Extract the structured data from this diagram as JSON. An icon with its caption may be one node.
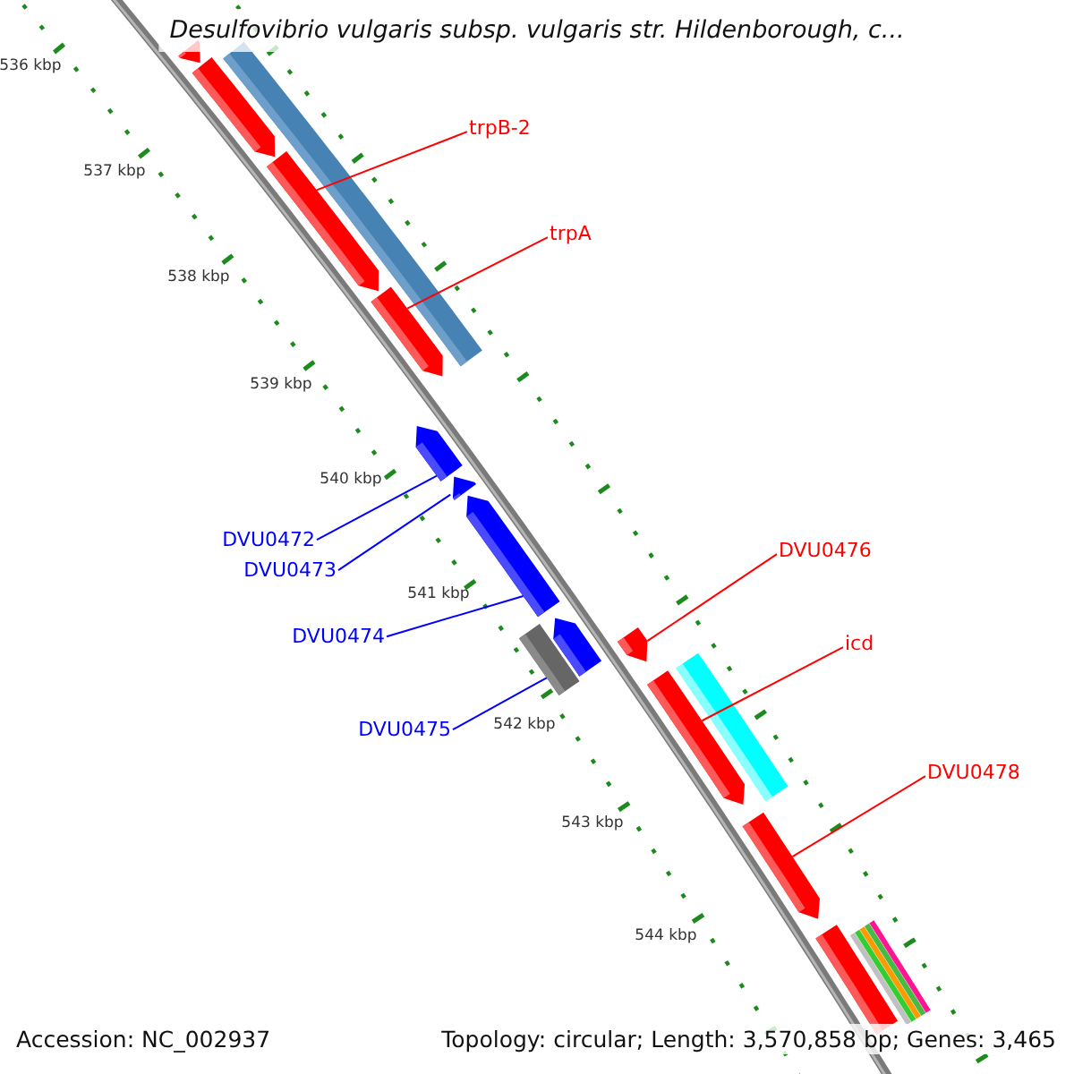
{
  "diagram": {
    "title": "Desulfovibrio vulgaris subsp. vulgaris str. Hildenborough, c...",
    "nodes": [
      {
        "text": [
          "trpB-2"
        ]
      },
      {
        "text": [
          "trpA"
        ]
      },
      {
        "text": [
          "DVU0472"
        ]
      },
      {
        "text": [
          "DVU0476"
        ]
      },
      {
        "text": [
          "DVU0473"
        ]
      },
      {
        "text": [
          "DVU0474"
        ]
      },
      {
        "text": [
          "icd"
        ]
      },
      {
        "text": [
          "DVU0475"
        ]
      },
      {
        "text": [
          "DVU0478"
        ]
      },
      {
        "text": [],
        "shape": "arrow"
      },
      {
        "text": [],
        "shape": "bar"
      },
      {
        "text": [],
        "shape": "arrow"
      },
      {
        "text": [],
        "shape": "arrow"
      },
      {
        "text": [],
        "shape": "arrow"
      },
      {
        "text": [],
        "shape": "arrow"
      },
      {
        "text": [],
        "shape": "arrow"
      },
      {
        "text": [],
        "shape": "arrow"
      },
      {
        "text": [],
        "shape": "bar"
      },
      {
        "text": [],
        "shape": "arrow"
      },
      {
        "text": [],
        "shape": "arrow"
      },
      {
        "text": [],
        "shape": "arrow"
      },
      {
        "text": [],
        "shape": "bar"
      },
      {
        "text": [],
        "shape": "arrow"
      },
      {
        "text": [],
        "shape": "bar"
      }
    ],
    "edges": [
      {
        "from": 0,
        "to": 12,
        "arrow": "none"
      },
      {
        "from": 1,
        "to": 13,
        "arrow": "none"
      },
      {
        "from": 2,
        "to": 14,
        "arrow": "none",
        "color": "#0000ff"
      },
      {
        "from": 3,
        "to": 19,
        "arrow": "none"
      },
      {
        "from": 4,
        "to": 15,
        "arrow": "none",
        "color": "#0000ff"
      },
      {
        "from": 5,
        "to": 16,
        "arrow": "none",
        "color": "#0000ff"
      },
      {
        "from": 6,
        "to": 20,
        "arrow": "none"
      },
      {
        "from": 7,
        "to": 17,
        "arrow": "none",
        "color": "#0000ff"
      },
      {
        "from": 8,
        "to": 22,
        "arrow": "none"
      }
    ],
    "labels": [
      "536 kbp",
      "537 kbp",
      "538 kbp",
      "539 kbp",
      "540 kbp",
      "541 kbp",
      "542 kbp",
      "543 kbp",
      "544 kbp",
      "Accession: NC_002937",
      "Topology: circular; Length: 3,570,858 bp; Genes: 3,465"
    ]
  }
}
